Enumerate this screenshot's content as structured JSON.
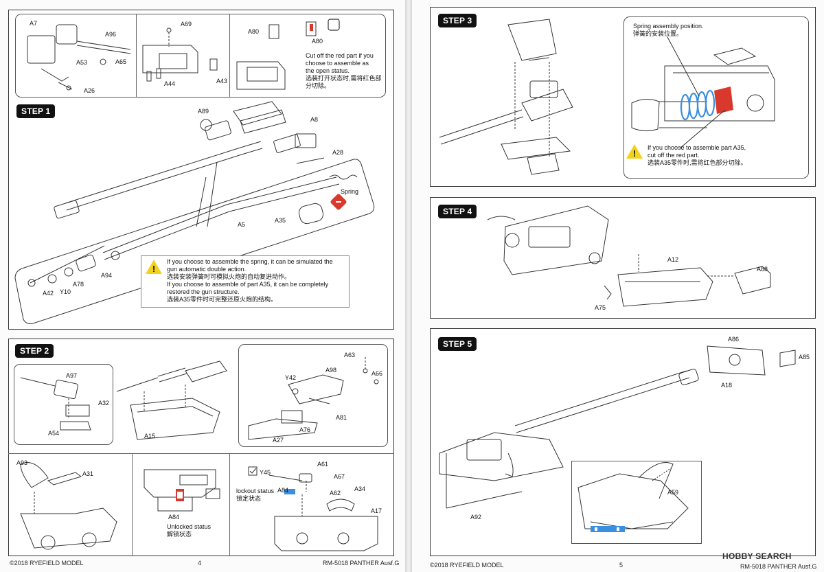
{
  "left": {
    "parts_box": {
      "labels": [
        "A7",
        "A96",
        "A53",
        "A65",
        "A26",
        "A69",
        "A44",
        "A43",
        "A80",
        "A80"
      ],
      "note_lines": [
        "Cut off the red part if you",
        "choose to assemble as",
        "the open status.",
        "选装打开状态时,需将红色部",
        "分切除。"
      ]
    },
    "step1": {
      "title": "STEP 1",
      "labels": [
        "A89",
        "A8",
        "A28",
        "Spring",
        "A5",
        "A35",
        "A94",
        "A78",
        "A42",
        "Y10"
      ],
      "warning_lines": [
        "If you choose to assemble the spring, it can be simulated the",
        "gun automatic double action.",
        "选装安装弹簧时可模拟火炮的自动复进动作。",
        "If you choose to assemble of part A35, it can be completely",
        "restored the gun structure.",
        "选装A35零件时可完整还原火炮的结构。"
      ]
    },
    "step2": {
      "title": "STEP 2",
      "labels": [
        "A97",
        "A32",
        "A54",
        "A15",
        "A63",
        "A98",
        "Y42",
        "A66",
        "A81",
        "A76",
        "A27",
        "A93",
        "A31",
        "A84",
        "A61",
        "A67",
        "Y45",
        "A62",
        "A34",
        "A17"
      ],
      "lockout_status": "lockout status",
      "lockout_status_cn": "锁定状态",
      "unlocked_status": "Unlocked status",
      "unlocked_status_cn": "解锁状态",
      "a84_label": "A84",
      "a84b_label": "A84"
    },
    "footer": {
      "copyright": "©2018 RYEFIELD MODEL",
      "page_number": "4",
      "product": "RM-5018 PANTHER Ausf.G"
    }
  },
  "right": {
    "step3": {
      "title": "STEP 3",
      "callout_lines": [
        "Spring assembly position.",
        "弹簧的安装位置。"
      ],
      "warning_lines": [
        "If you choose to assemble part A35,",
        "cut off the red part.",
        "选装A35零件时,需将红色部分切除。"
      ]
    },
    "step4": {
      "title": "STEP 4",
      "labels": [
        "A12",
        "A88",
        "A75"
      ]
    },
    "step5": {
      "title": "STEP 5",
      "labels": [
        "A86",
        "A85",
        "A18",
        "A92",
        "A59"
      ]
    },
    "footer": {
      "copyright": "©2018 RYEFIELD MODEL",
      "page_number": "5",
      "product": "RM-5018 PANTHER Ausf.G",
      "watermark": "HOBBY SEARCH"
    }
  },
  "colors": {
    "accent_red": "#d9382c",
    "accent_blue": "#3b8fe0",
    "warning_yellow": "#f2d21b",
    "badge_black": "#111111"
  }
}
